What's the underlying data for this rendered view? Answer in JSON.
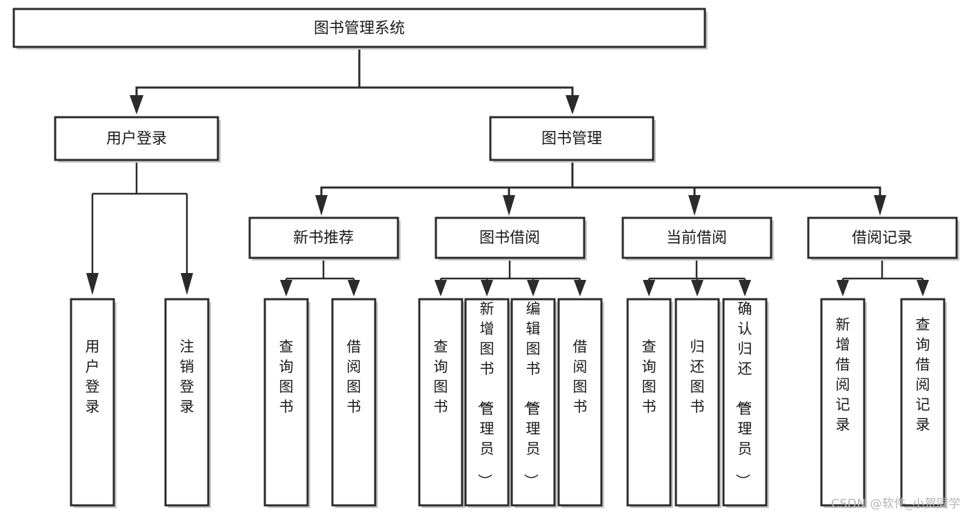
{
  "diagram": {
    "type": "tree",
    "title": "图书管理系统",
    "orientation": "top-down",
    "colors": {
      "box_fill": "#ffffff",
      "box_stroke": "#2b2b2b",
      "connector": "#2b2b2b",
      "shadow": "#c9c9c9",
      "text": "#1a1a1a",
      "watermark": "#b4b4b4",
      "background": "#ffffff"
    },
    "levels": [
      {
        "level": 1,
        "nodes": [
          {
            "id": "root",
            "label": "图书管理系统",
            "orientation": "horizontal"
          }
        ]
      },
      {
        "level": 2,
        "nodes": [
          {
            "id": "user-login",
            "label": "用户登录",
            "orientation": "horizontal",
            "parent": "root"
          },
          {
            "id": "book-manage",
            "label": "图书管理",
            "orientation": "horizontal",
            "parent": "root"
          }
        ]
      },
      {
        "level": 3,
        "nodes": [
          {
            "id": "new-book-rec",
            "label": "新书推荐",
            "orientation": "horizontal",
            "parent": "book-manage"
          },
          {
            "id": "book-borrow",
            "label": "图书借阅",
            "orientation": "horizontal",
            "parent": "book-manage"
          },
          {
            "id": "current-borrow",
            "label": "当前借阅",
            "orientation": "horizontal",
            "parent": "book-manage"
          },
          {
            "id": "borrow-record",
            "label": "借阅记录",
            "orientation": "horizontal",
            "parent": "book-manage"
          }
        ]
      },
      {
        "level": 4,
        "nodes": [
          {
            "id": "leaf-user-login",
            "label": "用户登录",
            "orientation": "vertical",
            "parent": "user-login"
          },
          {
            "id": "leaf-logout",
            "label": "注销登录",
            "orientation": "vertical",
            "parent": "user-login"
          },
          {
            "id": "leaf-query-book-1",
            "label": "查询图书",
            "orientation": "vertical",
            "parent": "new-book-rec"
          },
          {
            "id": "leaf-borrow-book-1",
            "label": "借阅图书",
            "orientation": "vertical",
            "parent": "new-book-rec"
          },
          {
            "id": "leaf-query-book-2",
            "label": "查询图书",
            "orientation": "vertical",
            "parent": "book-borrow"
          },
          {
            "id": "leaf-add-book",
            "label": "新增图书（管理员）",
            "orientation": "vertical",
            "parent": "book-borrow"
          },
          {
            "id": "leaf-edit-book",
            "label": "编辑图书（管理员）",
            "orientation": "vertical",
            "parent": "book-borrow"
          },
          {
            "id": "leaf-borrow-book-2",
            "label": "借阅图书",
            "orientation": "vertical",
            "parent": "book-borrow"
          },
          {
            "id": "leaf-query-book-3",
            "label": "查询图书",
            "orientation": "vertical",
            "parent": "current-borrow"
          },
          {
            "id": "leaf-return-book",
            "label": "归还图书",
            "orientation": "vertical",
            "parent": "current-borrow"
          },
          {
            "id": "leaf-confirm-return",
            "label": "确认归还（管理员）",
            "orientation": "vertical",
            "parent": "current-borrow"
          },
          {
            "id": "leaf-add-record",
            "label": "新增借阅记录",
            "orientation": "vertical",
            "parent": "borrow-record"
          },
          {
            "id": "leaf-query-record",
            "label": "查询借阅记录",
            "orientation": "vertical",
            "parent": "borrow-record"
          }
        ]
      }
    ]
  },
  "watermark": {
    "text": "CSDN @软件_小贺同学"
  }
}
